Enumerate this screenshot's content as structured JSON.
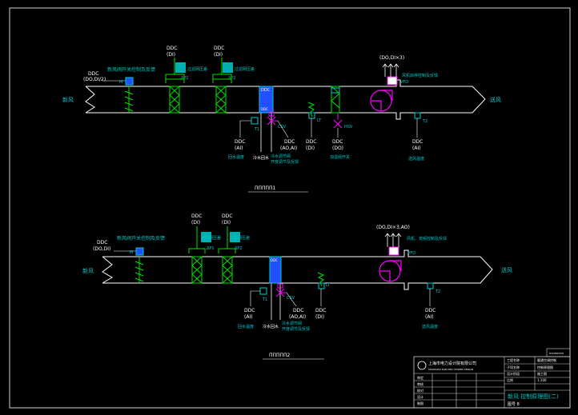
{
  "sheet": {
    "background": "#000000",
    "line_color": "#ffffff",
    "text_cyan": "#00c8c8",
    "text_white": "#ffffff",
    "device_green": "#00e000",
    "device_cyan": "#00cccc",
    "valve_magenta": "#ff00ff",
    "coil_blue": "#2050ff"
  },
  "diagrams": [
    {
      "id": "upper",
      "inlet_label": "新风",
      "outlet_label": "送风",
      "caption": "ΠΠΠΠΠ1",
      "damper_ddc": [
        "DDC",
        "(DO,DI/2)"
      ],
      "damper_note": "新风阀开关控制及反馈",
      "filter1_ddc": [
        "DDC",
        "(DI)"
      ],
      "filter1_note": "过滤网压差",
      "filter1_tag": "ΔP1",
      "filter2_ddc": [
        "DDC",
        "(DI)"
      ],
      "filter2_note": "过滤网压差",
      "filter2_tag": "ΔP2",
      "coil_label": "DDC",
      "fan_ddc": "(DO,DI×3)",
      "fan_note": "风机启停控制及反馈",
      "fan_tag": "VFD",
      "temp1_tag": "T1",
      "temp1_ddc": [
        "DDC",
        "(AI)"
      ],
      "temp1_note": "回水温度",
      "valve1_tag": "CSV",
      "valve1_note": "冷水调节阀",
      "valve1_sub": "开度调节及反馈",
      "valve1_ddc": [
        "DDC",
        "(AO,AI)"
      ],
      "low_temp_tag": "LT",
      "low_temp_ddc": [
        "DDC",
        "(DI)"
      ],
      "valve2_tag": "HSV",
      "valve2_ddc": [
        "DDC",
        "(DO)"
      ],
      "valve2_note": "加湿阀开关",
      "supply_tag": "T2",
      "supply_ddc": [
        "DDC",
        "(AI)"
      ],
      "supply_note": "送风温度",
      "pump_note": "冷水回水"
    },
    {
      "id": "lower",
      "inlet_label": "新风",
      "outlet_label": "送风",
      "caption": "ΠΠΠΠΠ2",
      "damper_ddc": [
        "DDC",
        "(DO,DI)"
      ],
      "damper_note": "新风阀开关控制及反馈",
      "filter1_ddc": [
        "DDC",
        "(DI)"
      ],
      "filter1_note": "过滤网压差",
      "filter1_tag": "ΔP1",
      "filter2_ddc": [
        "DDC",
        "(DI)"
      ],
      "filter2_note": "过滤网压差",
      "filter2_tag": "ΔP2",
      "coil_label": "",
      "fan_ddc": "(DO,DI×3,AO)",
      "fan_note": "风机、变频控制及反馈",
      "fan_tag": "VFD",
      "temp1_tag": "T1",
      "temp1_ddc": [
        "DDC",
        "(AI)"
      ],
      "temp1_note": "回水温度",
      "valve1_tag": "CSV",
      "valve1_note": "冷水调节阀",
      "valve1_sub": "开度调节及反馈",
      "valve1_ddc": [
        "DDC",
        "(AO,AI)"
      ],
      "low_temp_tag": "LT",
      "low_temp_ddc": [
        "DDC",
        "(DI)"
      ],
      "supply_tag": "T2",
      "supply_ddc": [
        "DDC",
        "(AI)"
      ],
      "supply_note": "送风温度",
      "pump_note": "冷水回水"
    }
  ],
  "title_block": {
    "company": "上海市电力设计院有限公司",
    "company_en": "SHANGHAI ELECTRIC POWER DESIGN",
    "drawing_title": "新风 控制原理图(二)",
    "drawing_no": "图号 8",
    "rows_left": [
      "审定",
      "审核",
      "校对",
      "设计",
      "制图"
    ],
    "rows_mid": [
      "工程名称",
      "子项名称",
      "设计阶段",
      "比例"
    ],
    "rows_right": [
      "暖通空调控制",
      "控制原理图",
      "施工图",
      "1:100"
    ],
    "small_label": "ΠΠΠΠΠΠΠΠ"
  }
}
